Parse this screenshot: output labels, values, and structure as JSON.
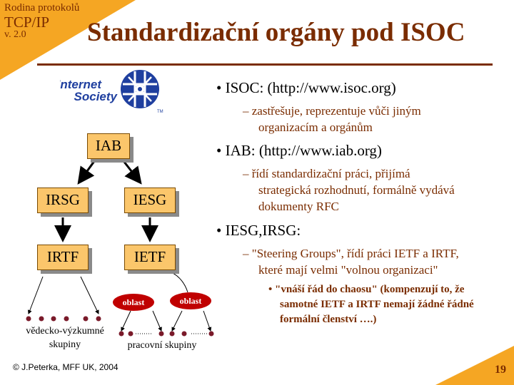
{
  "course": {
    "line1": "Rodina protokolů",
    "line2": "TCP/IP",
    "line3": "v. 2.0"
  },
  "title": "Standardizační orgány pod ISOC",
  "logo": {
    "line1": "Internet",
    "line2": "Society",
    "tm": "TM"
  },
  "diagram": {
    "iab": "IAB",
    "irsg": "IRSG",
    "iesg": "IESG",
    "irtf": "IRTF",
    "ietf": "IETF",
    "area1": "oblast",
    "area2": "oblast",
    "research_groups": "vědecko-výzkumné skupiny",
    "working_groups": "pracovní skupiny"
  },
  "bullets": {
    "isoc": "ISOC: (http://www.isoc.org)",
    "isoc_sub": [
      "zastřešuje, reprezentuje vůči jiným",
      "organizacím a orgánům"
    ],
    "iab": "IAB: (http://www.iab.org)",
    "iab_sub": [
      "řídí standardizační práci, přijímá",
      "strategická rozhodnutí, formálně vydává",
      "dokumenty RFC"
    ],
    "iesg": "IESG,IRSG:",
    "iesg_sub": [
      "\"Steering Groups\", řídí práci IETF a IRTF,",
      "které mají velmi \"volnou organizaci\""
    ],
    "iesg_subsub": [
      "\"vnáší řád do chaosu\" (kompenzují to, že",
      "samotné IETF a IRTF nemají žádné řádné",
      "formální členství ….)"
    ]
  },
  "footer": "© J.Peterka, MFF UK, 2004",
  "page_number": "19",
  "colors": {
    "accent": "#f5a623",
    "title": "#7a2c00",
    "box": "#fbc66b",
    "area": "#c00000",
    "logo_blue": "#1f3f9f"
  }
}
